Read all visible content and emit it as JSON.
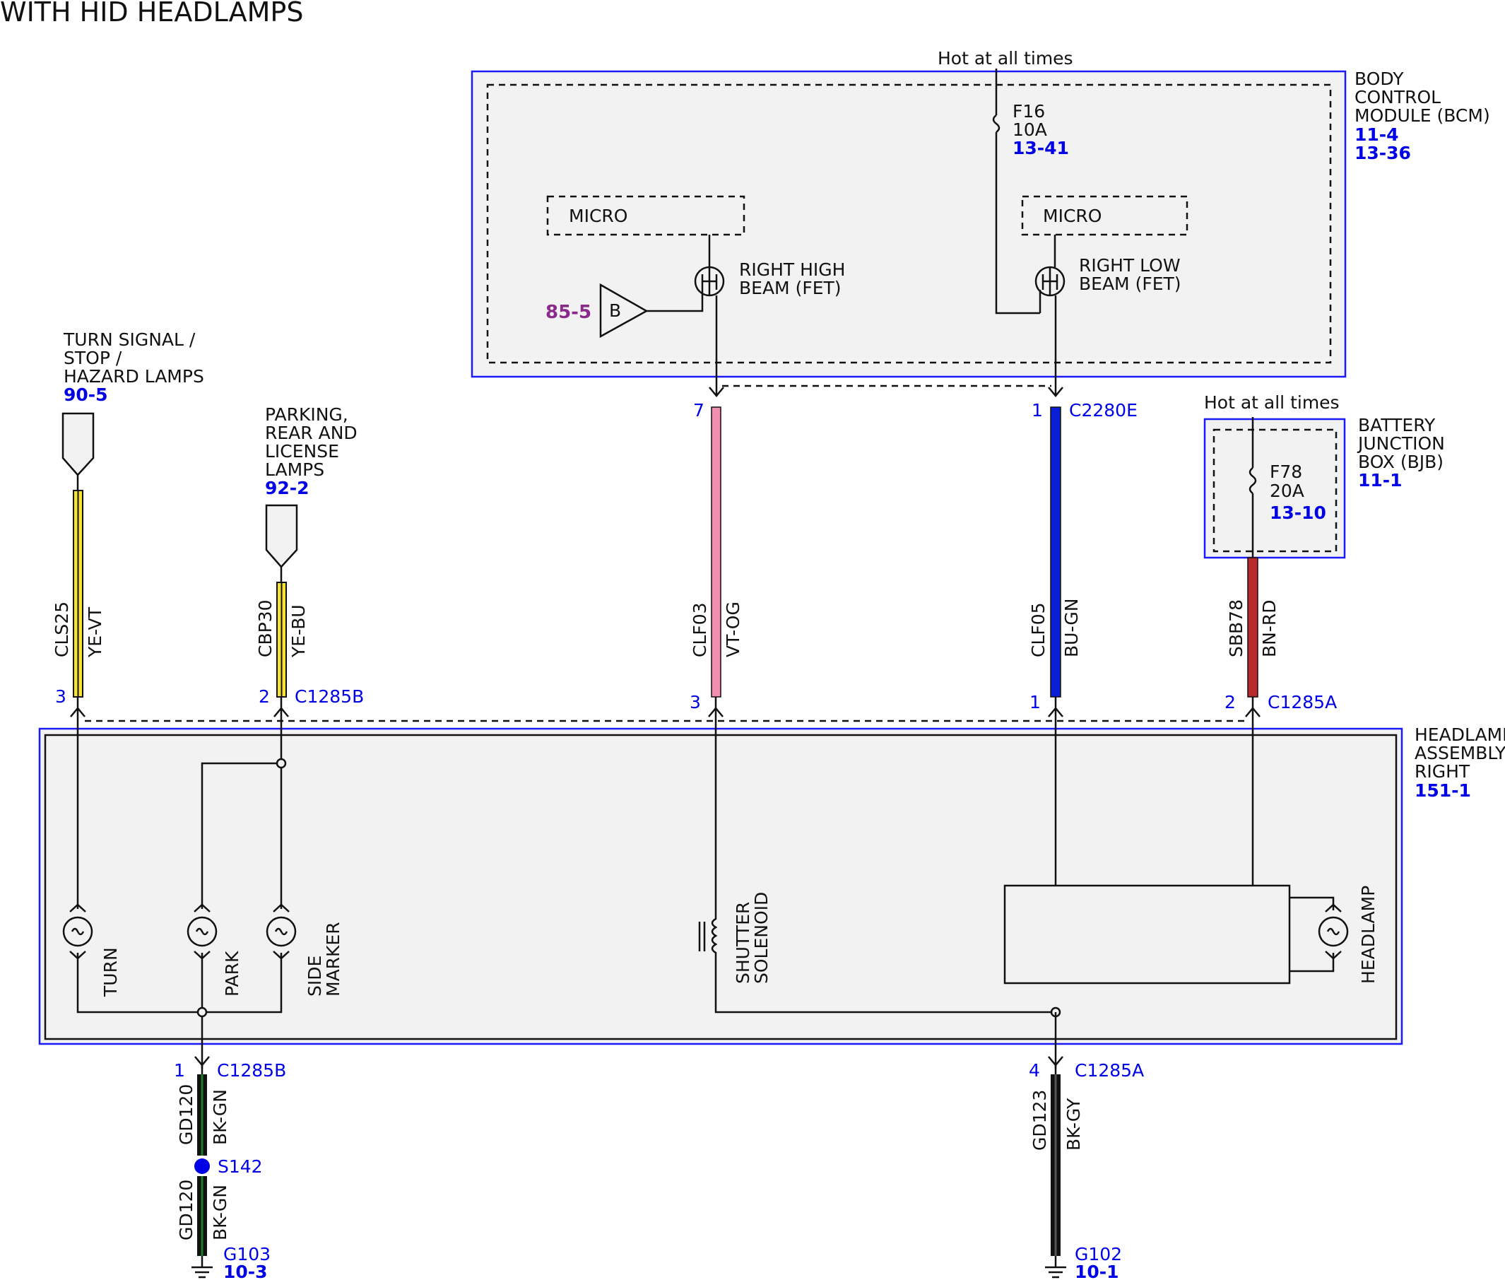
{
  "title": "WITH HID HEADLAMPS",
  "bcm": {
    "hot_label": "Hot at all times",
    "name_lines": [
      "BODY",
      "CONTROL",
      "MODULE (BCM)"
    ],
    "refs": [
      "11-4",
      "13-36"
    ],
    "fuse_name": "F16",
    "fuse_rating": "10A",
    "fuse_ref": "13-41",
    "micro_left": "MICRO",
    "micro_right": "MICRO",
    "fet_high": [
      "RIGHT HIGH",
      "BEAM (FET)"
    ],
    "fet_low": [
      "RIGHT LOW",
      "BEAM (FET)"
    ],
    "buffer_label": "B",
    "buffer_ref": "85-5"
  },
  "bjb": {
    "hot_label": "Hot at all times",
    "name_lines": [
      "BATTERY",
      "JUNCTION",
      "BOX (BJB)"
    ],
    "ref": "11-1",
    "fuse_name": "F78",
    "fuse_rating": "20A",
    "fuse_ref": "13-10"
  },
  "turn_source": {
    "lines": [
      "TURN SIGNAL /",
      "STOP /",
      "HAZARD LAMPS"
    ],
    "ref": "90-5"
  },
  "park_source": {
    "lines": [
      "PARKING,",
      "REAR AND",
      "LICENSE",
      "LAMPS"
    ],
    "ref": "92-2"
  },
  "connectors": {
    "c2280e_pin7": "7",
    "c2280e_pin1": "1",
    "c2280e": "C2280E",
    "c1285b_pin3": "3",
    "c1285b_pin2": "2",
    "c1285b": "C1285B",
    "c1285a_pin3": "3",
    "c1285a_pin1": "1",
    "c1285a_pin2": "2",
    "c1285a": "C1285A",
    "c1285b_pin1": "1",
    "c1285b_bottom": "C1285B",
    "c1285a_pin4": "4",
    "c1285a_bottom": "C1285A"
  },
  "wires": {
    "cls25": {
      "circuit": "CLS25",
      "color": "YE-VT"
    },
    "cbp30": {
      "circuit": "CBP30",
      "color": "YE-BU"
    },
    "clf03": {
      "circuit": "CLF03",
      "color": "VT-OG"
    },
    "clf05": {
      "circuit": "CLF05",
      "color": "BU-GN"
    },
    "sbb78": {
      "circuit": "SBB78",
      "color": "BN-RD"
    },
    "gd120_a": {
      "circuit": "GD120",
      "color": "BK-GN"
    },
    "gd120_b": {
      "circuit": "GD120",
      "color": "BK-GN"
    },
    "gd123": {
      "circuit": "GD123",
      "color": "BK-GY"
    }
  },
  "headlamp_assy": {
    "name_lines": [
      "HEADLAMP",
      "ASSEMBLY,",
      "RIGHT"
    ],
    "ref": "151-1"
  },
  "components": {
    "turn": "TURN",
    "park": "PARK",
    "side_marker": [
      "SIDE",
      "MARKER"
    ],
    "shutter": [
      "SHUTTER",
      "SOLENOID"
    ],
    "headlamp": "HEADLAMP"
  },
  "splice": "S142",
  "grounds": {
    "g103": "G103",
    "g103_ref": "10-3",
    "g102": "G102",
    "g102_ref": "10-1"
  },
  "wire_colors": {
    "yellow": "#f5e431",
    "pink": "#f28fb0",
    "blue": "#0a1ed6",
    "red": "#b82a2a",
    "black": "#111111",
    "green": "#1e7a2a",
    "module_border": "#1a1aff",
    "ref_blue": "#0000e6",
    "ref_purple": "#8a2a8a"
  }
}
